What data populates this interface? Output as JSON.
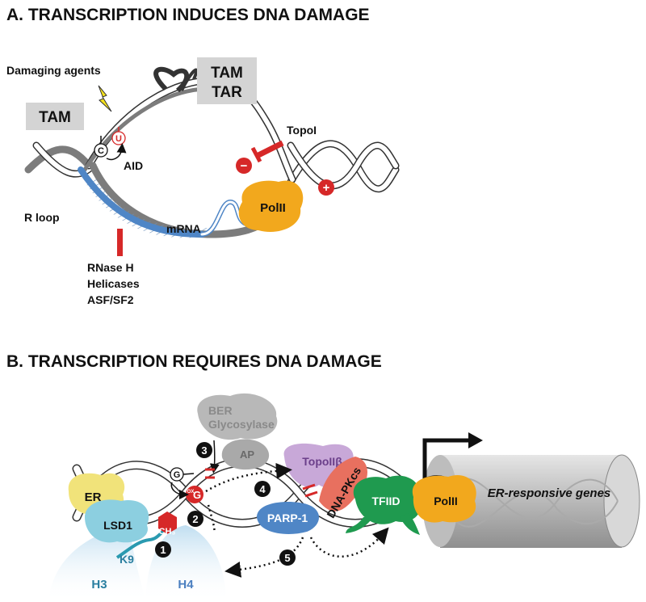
{
  "panel_a": {
    "title": "A. TRANSCRIPTION INDUCES DNA DAMAGE",
    "damaging_agents": "Damaging agents",
    "tam_box": "TAM",
    "tam_tar_box_line1": "TAM",
    "tam_tar_box_line2": "TAR",
    "topoi": "TopoI",
    "c_base": "C",
    "u_base": "U",
    "aid": "AID",
    "r_loop": "R loop",
    "mrna": "mRNA",
    "polii": "PolII",
    "minus": "−",
    "plus": "+",
    "rnase_h": "RNase H",
    "helicases": "Helicases",
    "asf_sf2": "ASF/SF2",
    "colors": {
      "grey_strand": "#8a8a8a",
      "rna_blue": "#4f86c6",
      "polii_orange": "#f2a81d",
      "red": "#d62828",
      "box_grey": "#d4d4d4"
    }
  },
  "panel_b": {
    "title": "B. TRANSCRIPTION REQUIRES DNA DAMAGE",
    "ber_glycosylase_line1": "BER",
    "ber_glycosylase_line2": "Glycosylase",
    "ap": "AP",
    "topoiib": "TopoIIβ",
    "dna_pkcs": "DNA-PKcs",
    "er": "ER",
    "lsd1": "LSD1",
    "k9": "K9",
    "h3": "H3",
    "h4": "H4",
    "ch3": "CH₃",
    "g_base": "G",
    "oxg_prefix": "OX",
    "oxg_base": "G",
    "parp1": "PARP-1",
    "tfiid": "TFIID",
    "polii": "PolII",
    "er_genes": "ER-responsive genes",
    "steps": [
      "1",
      "2",
      "3",
      "4",
      "5"
    ],
    "colors": {
      "er_yellow": "#f1e37a",
      "lsd1_blue": "#8ccfe0",
      "parp_blue": "#4f86c6",
      "topo_purple": "#c8a8d8",
      "pkcs_red": "#e8705f",
      "tfiid_green": "#1f9a4f",
      "polii_orange": "#f2a81d",
      "histone_blue": "#cfe6f4",
      "cylinder_grey": "#c9c9c9"
    }
  }
}
